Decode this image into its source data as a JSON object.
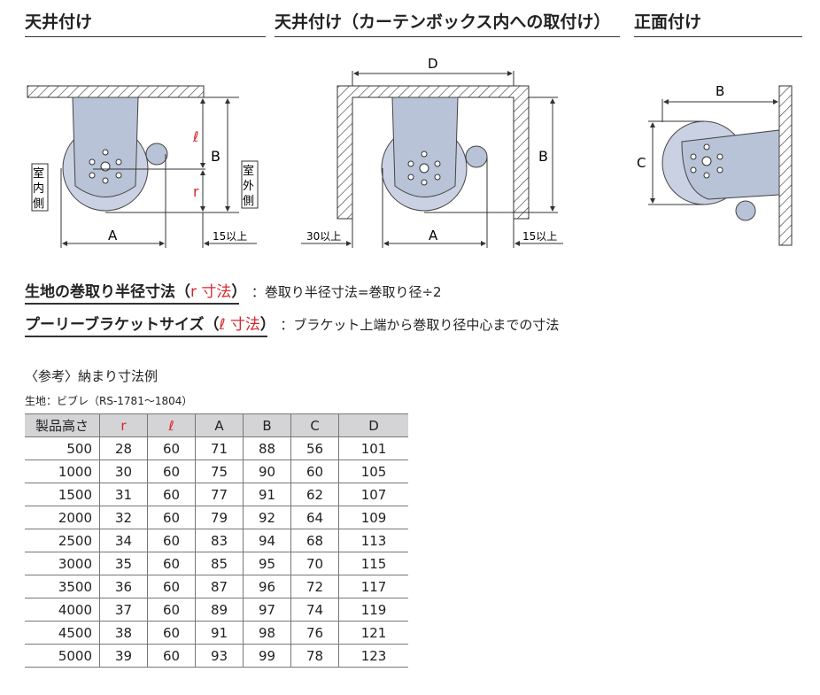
{
  "sections": [
    "天井付け",
    "天井付け（カーテンボックス内への取付け）",
    "正面付け"
  ],
  "diagram_labels": {
    "A": "A",
    "B": "B",
    "C": "C",
    "D": "D",
    "ell": "ℓ",
    "r": "r",
    "indoor": [
      "室",
      "内",
      "側"
    ],
    "outdoor": [
      "室",
      "外",
      "側"
    ],
    "min15": "15以上",
    "min30": "30以上"
  },
  "definitions": [
    {
      "label": "生地の巻取り半径寸法（",
      "red": "r 寸法",
      "close": "）",
      "desc": "：巻取り半径寸法=巻取り径÷2"
    },
    {
      "label": "プーリーブラケットサイズ（",
      "red": "ℓ 寸法",
      "close": "）",
      "desc": "：ブラケット上端から巻取り径中心までの寸法"
    }
  ],
  "reference_title": "〈参考〉納まり寸法例",
  "fabric": "生地：ビブレ（RS-1781～1804）",
  "table": {
    "headers": [
      "製品高さ",
      "r",
      "ℓ",
      "A",
      "B",
      "C",
      "D"
    ],
    "rows": [
      [
        "500",
        "28",
        "60",
        "71",
        "88",
        "56",
        "101"
      ],
      [
        "1000",
        "30",
        "60",
        "75",
        "90",
        "60",
        "105"
      ],
      [
        "1500",
        "31",
        "60",
        "77",
        "91",
        "62",
        "107"
      ],
      [
        "2000",
        "32",
        "60",
        "79",
        "92",
        "64",
        "109"
      ],
      [
        "2500",
        "34",
        "60",
        "83",
        "94",
        "68",
        "113"
      ],
      [
        "3000",
        "35",
        "60",
        "85",
        "95",
        "70",
        "115"
      ],
      [
        "3500",
        "36",
        "60",
        "87",
        "96",
        "72",
        "117"
      ],
      [
        "4000",
        "37",
        "60",
        "89",
        "97",
        "74",
        "119"
      ],
      [
        "4500",
        "38",
        "60",
        "91",
        "98",
        "76",
        "121"
      ],
      [
        "5000",
        "39",
        "60",
        "93",
        "99",
        "78",
        "123"
      ]
    ]
  },
  "colors": {
    "accent": "#d9262b",
    "bracket": "#b8c3d8",
    "header_bg": "#d4d4d6"
  }
}
